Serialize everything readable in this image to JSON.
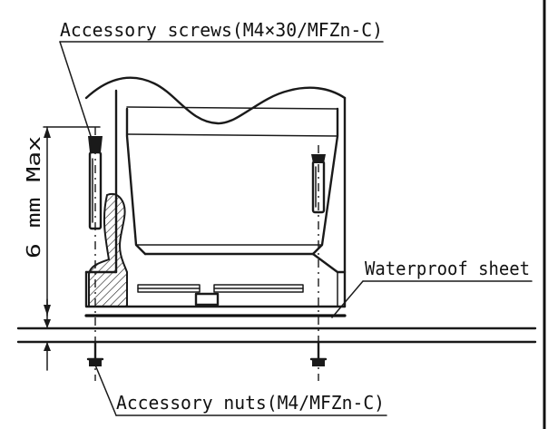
{
  "labels": {
    "screws": "Accessory screws(M4×30/MFZn-C)",
    "waterproof": "Waterproof sheet",
    "nuts": "Accessory nuts(M4/MFZn-C)",
    "dimension": "6 mm Max"
  },
  "colors": {
    "line": "#1a1a1a",
    "background": "#ffffff"
  }
}
